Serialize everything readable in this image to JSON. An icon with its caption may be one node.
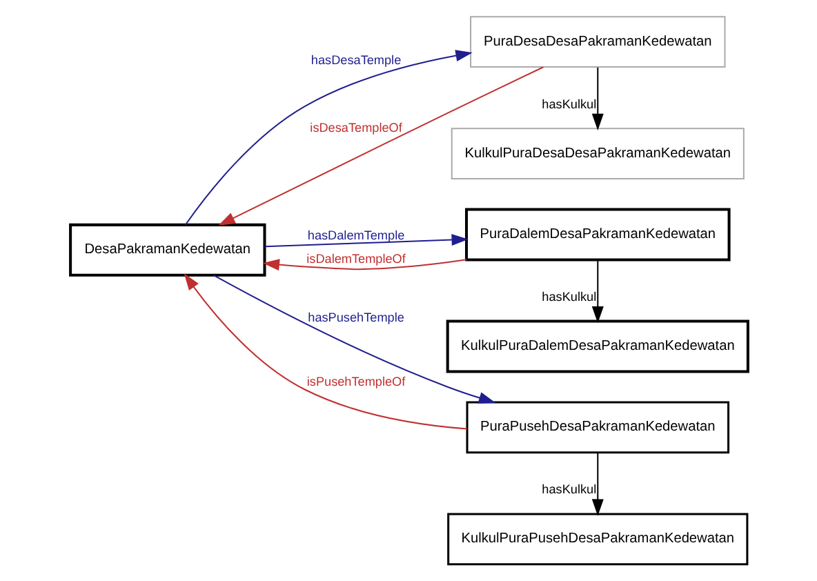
{
  "diagram": {
    "nodes": [
      {
        "text": [
          "DesaPakramanKedewatan"
        ]
      },
      {
        "text": [
          "PuraDesaDesaPakramanKedewatan"
        ]
      },
      {
        "text": [
          "KulkulPuraDesaDesaPakramanKedewatan"
        ]
      },
      {
        "text": [
          "PuraDalemDesaPakramanKedewatan"
        ]
      },
      {
        "text": [
          "KulkulPuraDalemDesaPakramanKedewatan"
        ]
      },
      {
        "text": [
          "PuraPusehDesaPakramanKedewatan"
        ]
      },
      {
        "text": [
          "KulkulPuraPusehDesaPakramanKedewatan"
        ]
      }
    ],
    "edges": [
      {
        "from": 0,
        "to": 1,
        "arrow": "to",
        "label": "hasDesaTemple",
        "color": "#1f1f8f"
      },
      {
        "from": 1,
        "to": 0,
        "arrow": "to",
        "label": "isDesaTempleOf",
        "color": "#c03030"
      },
      {
        "from": 1,
        "to": 2,
        "arrow": "to",
        "label": "hasKulkul",
        "color": "#000000"
      },
      {
        "from": 0,
        "to": 3,
        "arrow": "to",
        "label": "hasDalemTemple",
        "color": "#1f1f8f"
      },
      {
        "from": 3,
        "to": 0,
        "arrow": "to",
        "label": "isDalemTempleOf",
        "color": "#c03030"
      },
      {
        "from": 3,
        "to": 4,
        "arrow": "to",
        "label": "hasKulkul",
        "color": "#000000"
      },
      {
        "from": 0,
        "to": 5,
        "arrow": "to",
        "label": "hasPusehTemple",
        "color": "#1f1f8f"
      },
      {
        "from": 5,
        "to": 0,
        "arrow": "to",
        "label": "isPusehTempleOf",
        "color": "#c03030"
      },
      {
        "from": 5,
        "to": 6,
        "arrow": "to",
        "label": "hasKulkul",
        "color": "#000000"
      }
    ]
  }
}
